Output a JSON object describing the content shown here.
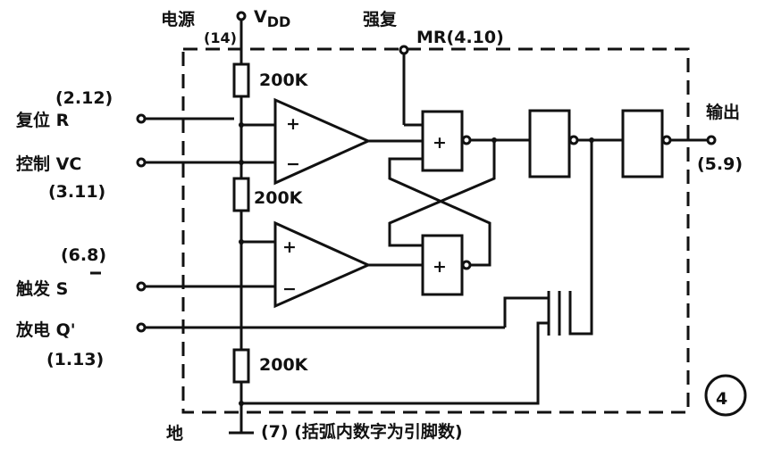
{
  "labels": {
    "power": "电源",
    "vdd": "V",
    "vdd_sub": "DD",
    "power_pin": "(14)",
    "reset_top": "强复",
    "mr_pin": "MR(4.10)",
    "reset_pin": "(2.12)",
    "reset_in": "复位 R",
    "control_in": "控制 VC",
    "control_pin": "(3.11)",
    "trigger_pin": "(6.8)",
    "trigger_in": "触发 S",
    "discharge_in": "放电 Q'",
    "discharge_pin": "(1.13)",
    "ground": "地",
    "ground_note": "(7) (括弧内数字为引脚数)",
    "output": "输出",
    "output_pin": "(5.9)",
    "res1": "200K",
    "res2": "200K",
    "res3": "200K",
    "plus1": "+",
    "minus1": "−",
    "plus2": "+",
    "minus2": "−",
    "and1": "+",
    "and2": "+",
    "figure_no": "4"
  }
}
